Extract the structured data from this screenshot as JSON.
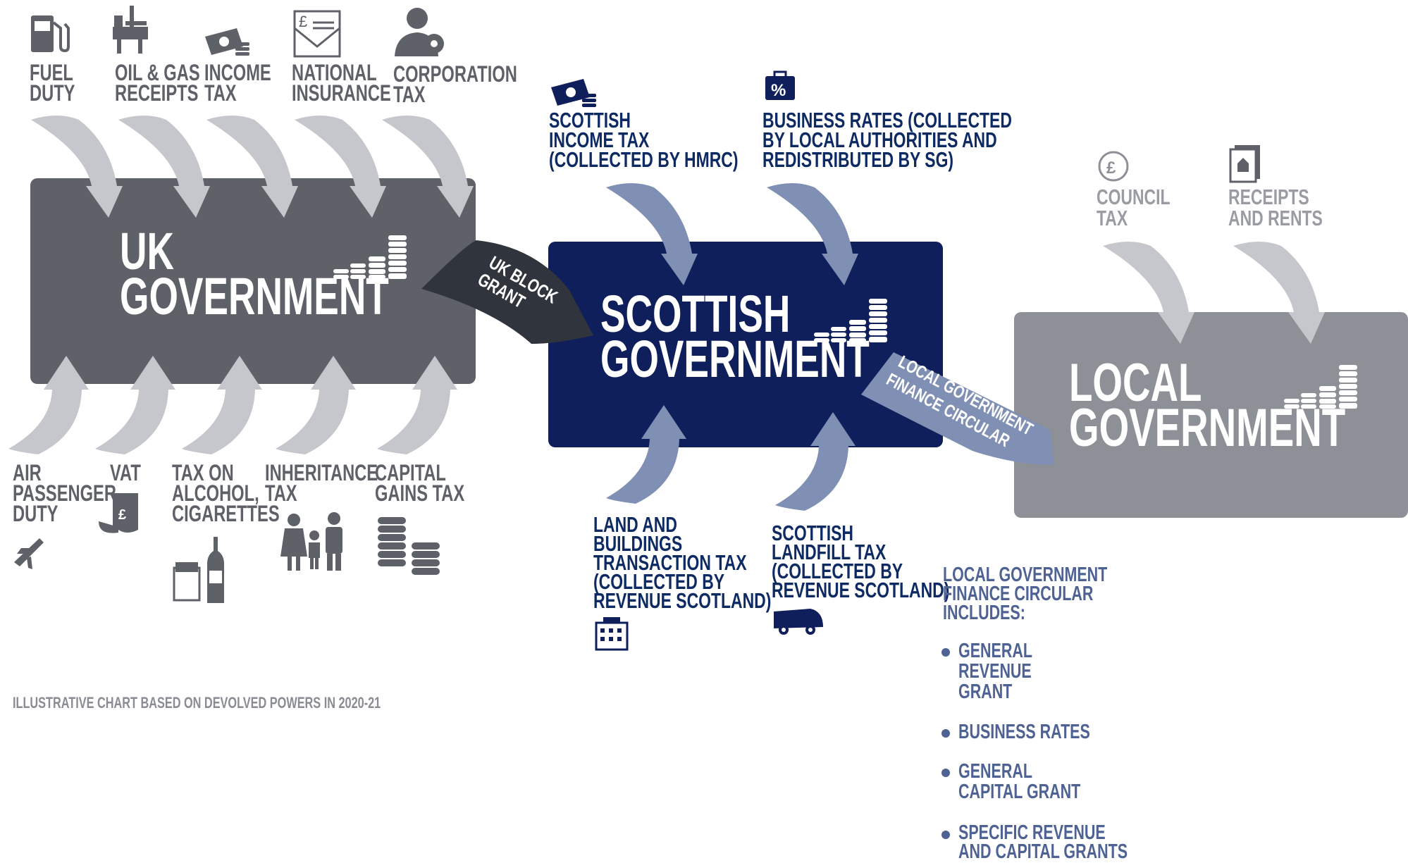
{
  "uk": {
    "title": "UK\nGOVERNMENT",
    "top_taxes": [
      {
        "label": "FUEL\nDUTY",
        "icon": "fuel-pump-icon"
      },
      {
        "label": "OIL & GAS\nRECEIPTS",
        "icon": "oil-rig-icon"
      },
      {
        "label": "INCOME\nTAX",
        "icon": "cash-coins-icon"
      },
      {
        "label": "NATIONAL\nINSURANCE",
        "icon": "envelope-pound-icon"
      },
      {
        "label": "CORPORATION\nTAX",
        "icon": "businessman-gear-icon"
      }
    ],
    "bottom_taxes": [
      {
        "label": "AIR\nPASSENGER\nDUTY",
        "icon": "airplane-icon"
      },
      {
        "label": "VAT",
        "icon": "receipt-icon"
      },
      {
        "label": "TAX ON\nALCOHOL,\nCIGARETTES",
        "icon": "cigarettes-bottle-icon"
      },
      {
        "label": "INHERITANCE\nTAX",
        "icon": "family-icon"
      },
      {
        "label": "CAPITAL\nGAINS TAX",
        "icon": "coin-stacks-icon"
      }
    ]
  },
  "block_grant": {
    "line1": "UK BLOCK",
    "line2": "GRANT"
  },
  "sg": {
    "title": "SCOTTISH\nGOVERNMENT",
    "top_taxes": [
      {
        "label": "SCOTTISH\nINCOME TAX\n(COLLECTED BY HMRC)",
        "icon": "cash-coins-icon"
      },
      {
        "label": "BUSINESS RATES (COLLECTED\nBY LOCAL AUTHORITIES AND\nREDISTRIBUTED BY SG)",
        "icon": "percent-briefcase-icon"
      }
    ],
    "bottom_taxes": [
      {
        "label": "LAND AND\nBUILDINGS\nTRANSACTION TAX\n(COLLECTED BY\nREVENUE SCOTLAND)",
        "icon": "building-icon"
      },
      {
        "label": "SCOTTISH\nLANDFILL TAX\n(COLLECTED BY\nREVENUE SCOTLAND)",
        "icon": "refuse-truck-icon"
      }
    ]
  },
  "circular_arrow": {
    "line1": "LOCAL GOVERNMENT",
    "line2": "FINANCE CIRCULAR"
  },
  "lg": {
    "title": "LOCAL\nGOVERNMENT",
    "top_taxes": [
      {
        "label": "COUNCIL\nTAX",
        "icon": "pound-coin-icon"
      },
      {
        "label": "RECEIPTS\nAND RENTS",
        "icon": "house-document-icon"
      }
    ]
  },
  "circular": {
    "heading": "LOCAL GOVERNMENT\nFINANCE CIRCULAR\nINCLUDES:",
    "items": [
      "GENERAL\nREVENUE\nGRANT",
      "BUSINESS RATES",
      "GENERAL\nCAPITAL GRANT",
      "SPECIFIC REVENUE\nAND CAPITAL GRANTS"
    ]
  },
  "footnote": "ILLUSTRATIVE CHART BASED ON DEVOLVED POWERS IN 2020-21",
  "colors": {
    "uk_box": "#5f6169",
    "uk_arrow": "#c6c7cc",
    "sg_box": "#0e1f5b",
    "sg_arrow": "#8090b4",
    "lg_box": "#8e9097",
    "lg_arrow": "#c6c7cc",
    "block_grant_arrow": "#30343c",
    "circular_arrow": "#8090b4",
    "circular_text": "#4e6293"
  }
}
